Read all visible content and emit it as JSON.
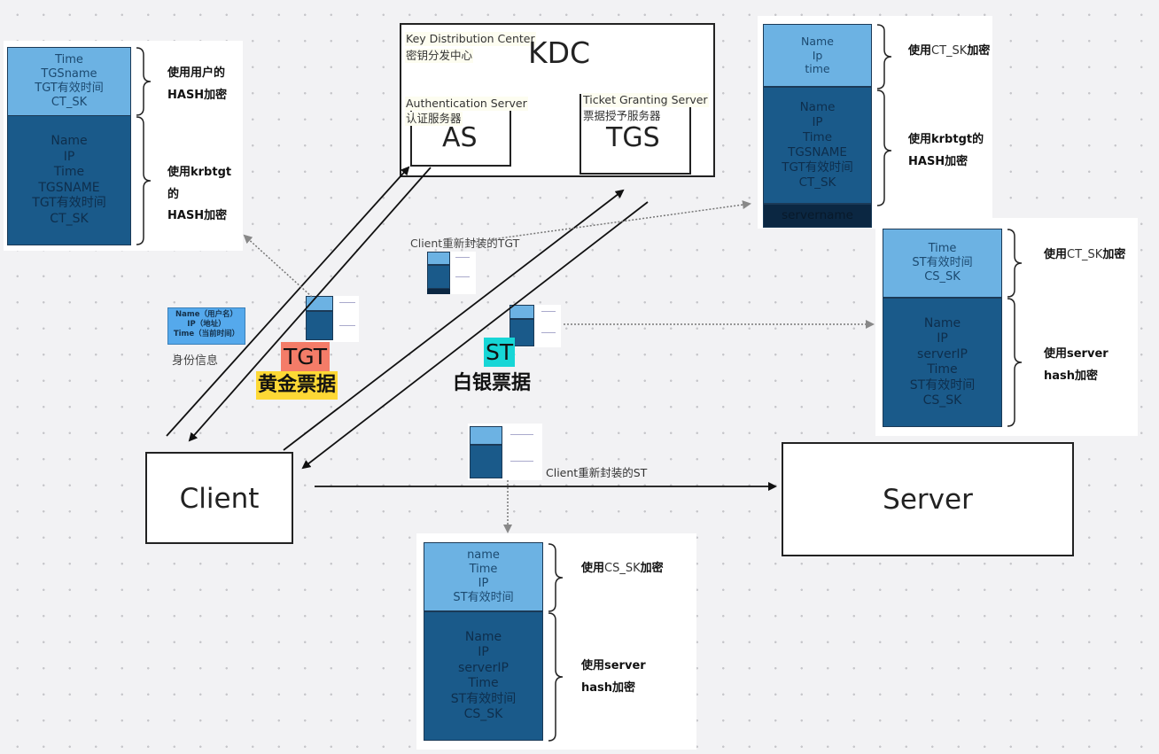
{
  "kdc": {
    "title": "KDC",
    "subtitle_en": "Key Distribution Center",
    "subtitle_cn": "密钥分发中心",
    "as": {
      "label": "AS",
      "name_en": "Authentication Server",
      "name_cn": "认证服务器"
    },
    "tgs": {
      "label": "TGS",
      "name_en": "Ticket Granting Server",
      "name_cn": "票据授予服务器"
    }
  },
  "client": {
    "label": "Client"
  },
  "server": {
    "label": "Server"
  },
  "identity": {
    "lines": [
      "Name（用户名）",
      "IP（地址）",
      "Time（当前时间）"
    ],
    "caption": "身份信息"
  },
  "tickets": {
    "tgt_label": "TGT",
    "tgt_sub": "黄金票据",
    "st_label": "ST",
    "st_sub": "白银票据",
    "colors": {
      "tgt_bg": "#f47c68",
      "tgt_sub_bg": "#fdd835",
      "st_bg": "#17d6d6"
    }
  },
  "captions": {
    "repack_tgt": "Client重新封装的TGT",
    "repack_st": "Client重新封装的ST"
  },
  "tgt_packet": {
    "top_lines": [
      "Time",
      "TGSname",
      "TGT有效时间",
      "CT_SK"
    ],
    "bottom_lines": [
      "Name",
      "IP",
      "Time",
      "TGSNAME",
      "TGT有效时间",
      "CT_SK"
    ],
    "top_note": [
      "使用用户的",
      "HASH加密"
    ],
    "bottom_note": [
      "使用krbtgt的",
      "HASH加密"
    ]
  },
  "repack_tgt_packet": {
    "top_lines": [
      "Name",
      "Ip",
      "time"
    ],
    "bottom_lines": [
      "Name",
      "IP",
      "Time",
      "TGSNAME",
      "TGT有效时间",
      "CT_SK"
    ],
    "footer": "servername",
    "top_note_bold1": "使用",
    "top_note_thin": "CT_SK",
    "top_note_bold2": "加密",
    "bottom_note": [
      "使用krbtgt的",
      "HASH加密"
    ]
  },
  "st_packet": {
    "top_lines": [
      "Time",
      "ST有效时间",
      "CS_SK"
    ],
    "bottom_lines": [
      "Name",
      "IP",
      "serverIP",
      "Time",
      "ST有效时间",
      "CS_SK"
    ],
    "top_note_bold1": "使用",
    "top_note_thin": "CT_SK",
    "top_note_bold2": "加密",
    "bottom_note": [
      "使用server",
      "hash加密"
    ]
  },
  "repack_st_packet": {
    "top_lines": [
      "name",
      "Time",
      "IP",
      "ST有效时间"
    ],
    "bottom_lines": [
      "Name",
      "IP",
      "serverIP",
      "Time",
      "ST有效时间",
      "CS_SK"
    ],
    "top_note_bold1": "使用",
    "top_note_thin": "CS_SK",
    "top_note_bold2": "加密",
    "bottom_note": [
      "使用server",
      "hash加密"
    ]
  }
}
